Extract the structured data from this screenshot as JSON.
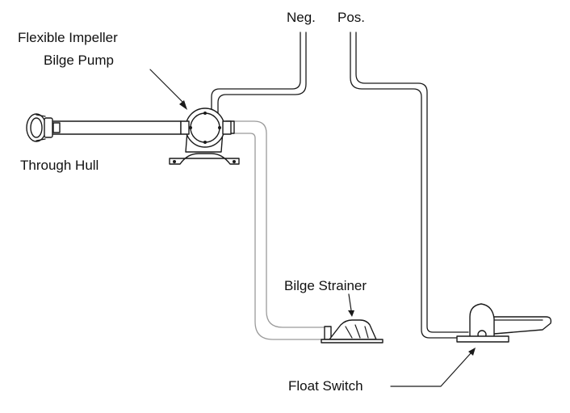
{
  "labels": {
    "pump_line1": "Flexible Impeller",
    "pump_line2": "Bilge Pump",
    "neg": "Neg.",
    "pos": "Pos.",
    "through_hull": "Through Hull",
    "bilge_strainer": "Bilge Strainer",
    "float_switch": "Float Switch"
  },
  "colors": {
    "ink": "#1a1a1a",
    "hose": "#9a9a9a",
    "background": "#ffffff"
  }
}
